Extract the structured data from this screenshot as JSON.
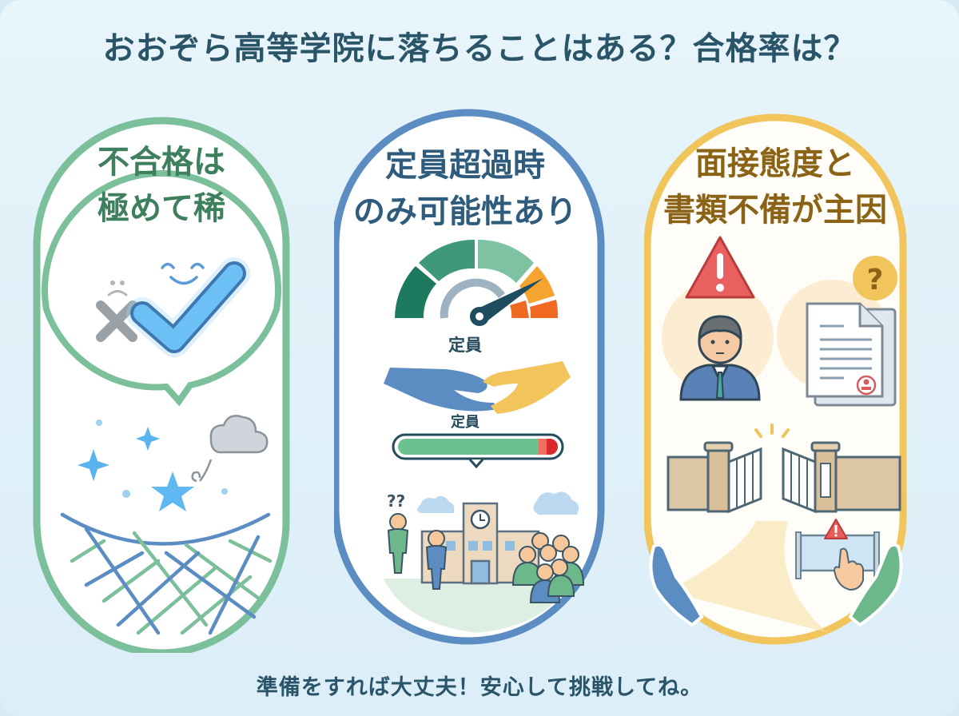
{
  "header": {
    "title": "おおぞら高等学院に落ちることはある？合格率は？"
  },
  "panels": [
    {
      "id": "rare-failure",
      "title_lines": [
        "不合格は",
        "極めて稀"
      ],
      "accent_color": "#7bbf9b",
      "title_color": "#3e7f5e",
      "icons": [
        "sad-face-icon",
        "cross-icon",
        "smile-face-icon",
        "checkmark-icon",
        "sparkle-icon",
        "star-icon",
        "cloud-icon",
        "safety-net-icon"
      ]
    },
    {
      "id": "over-capacity",
      "title_lines": [
        "定員超過時",
        "のみ可能性あり"
      ],
      "accent_color": "#5b8cc2",
      "title_color": "#2f5b7c",
      "gauge_label": "定員",
      "capacity_bar_label": "定員",
      "icons": [
        "gauge-icon",
        "handshake-icon",
        "capacity-bar-icon",
        "school-building-icon",
        "clock-icon",
        "confused-student-icon",
        "crowd-icon",
        "cloud-icon"
      ]
    },
    {
      "id": "main-causes",
      "title_lines": [
        "面接態度と",
        "書類不備が主因"
      ],
      "accent_color": "#f1c55c",
      "title_color": "#8a6316",
      "icons": [
        "warning-icon",
        "interviewee-icon",
        "document-icon",
        "question-icon",
        "stamp-icon",
        "gate-icon",
        "barrier-warning-icon",
        "pointing-hand-icon",
        "open-hands-icon"
      ]
    }
  ],
  "footer": {
    "message": "準備をすれば大丈夫！安心して挑戦してね。"
  },
  "colors": {
    "background": "#e3f2f9",
    "title_text": "#2a5468",
    "green": "#7bbf9b",
    "blue": "#5b8cc2",
    "yellow": "#f1c55c"
  }
}
